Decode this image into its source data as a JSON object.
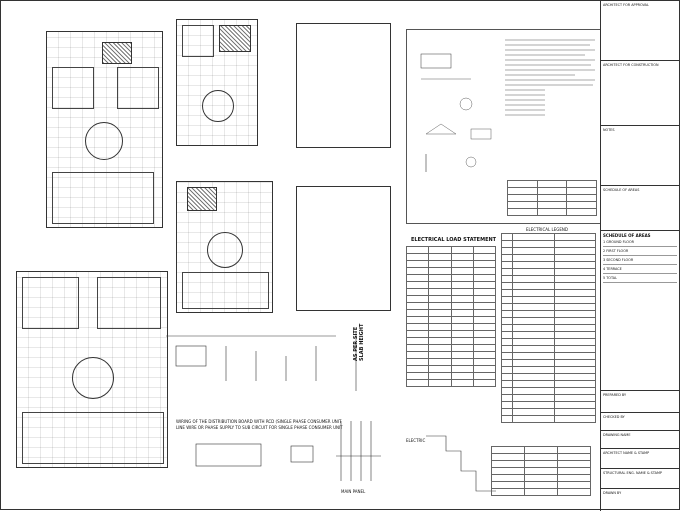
{
  "elec_load": {
    "title": "ELECTRICAL LOAD STATEMENT"
  },
  "site_note": {
    "line1": "AS PER SITE",
    "line2": "SLAB HEIGHT"
  },
  "dist_note": {
    "l1": "WIRING OF THE DISTRIBUTION BOARD WITH RCD (SINGLE PHASE CONSUMER UNIT",
    "l2": "LINE WIRE OR PHASE SUPPLY TO SUB CIRCUIT FOR SINGLE PHASE CONSUMER UNIT"
  },
  "main_panel": {
    "label": "MAIN PANEL"
  },
  "electric": {
    "label": "ELECTRIC"
  },
  "schedule": {
    "title": "SCHEDULE OF AREAS"
  },
  "symbol_table": {
    "title": "ELECTRICAL LEGEND"
  },
  "title_block": {
    "c1": "ARCHITECT FOR APPROVAL",
    "c2": "ARCHITECT FOR CONSTRUCTION",
    "c3": "NOTES",
    "c4": "SCHEDULE OF AREAS",
    "c5": "PREPARED BY",
    "c6": "CHECKED BY",
    "c7": "DRAWING NAME",
    "c8": "ARCHITECT NAME & STAMP",
    "c9": "STRUCTURAL ENG. NAME & STAMP",
    "c10": "DRAWN BY"
  },
  "schedule_rows": [
    {
      "no": "1",
      "type": "GROUND FLOOR",
      "area": ""
    },
    {
      "no": "2",
      "type": "FIRST FLOOR",
      "area": ""
    },
    {
      "no": "3",
      "type": "SECOND FLOOR",
      "area": ""
    },
    {
      "no": "4",
      "type": "TERRACE",
      "area": ""
    },
    {
      "no": "5",
      "type": "TOTAL",
      "area": ""
    }
  ]
}
